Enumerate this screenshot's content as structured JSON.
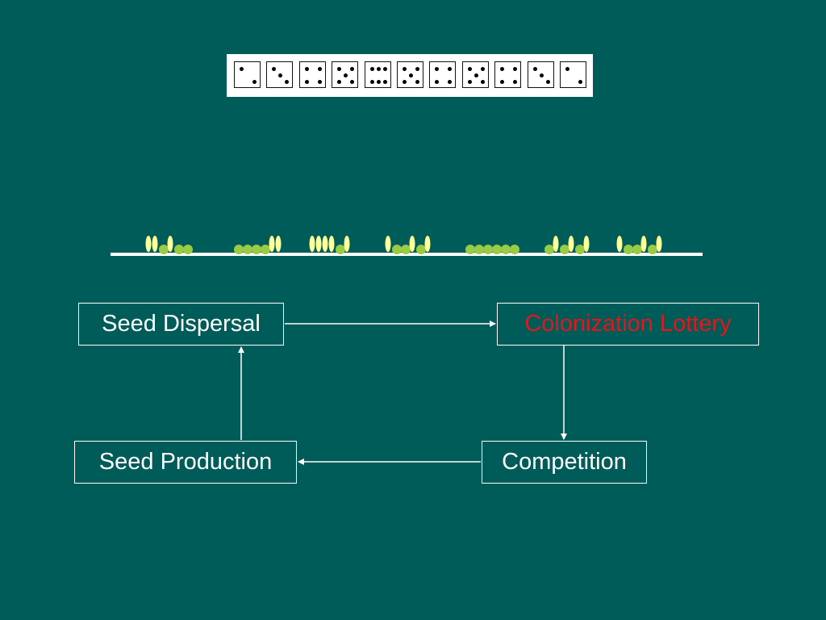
{
  "colors": {
    "background": "#005c58",
    "text": "#ffffff",
    "highlight_text": "#e8141b",
    "seedling_leaf": "#ffff99",
    "seedling_round": "#99cc44"
  },
  "dice": {
    "faces": [
      2,
      3,
      4,
      5,
      6,
      5,
      4,
      5,
      4,
      3,
      2
    ]
  },
  "ground": {
    "sites": [
      [
        "L",
        "L",
        "R",
        "L",
        "R",
        "R"
      ],
      [
        "R",
        "R",
        "R",
        "R",
        "L",
        "L"
      ],
      [
        "L",
        "L",
        "L",
        "L",
        "R",
        "L"
      ],
      [
        "L",
        "R",
        "R",
        "L",
        "R",
        "L"
      ],
      [
        "R",
        "R",
        "R",
        "R",
        "R",
        "R"
      ],
      [
        "R",
        "L",
        "R",
        "L",
        "R",
        "L"
      ],
      [
        "L",
        "R",
        "R",
        "L",
        "R",
        "L"
      ]
    ]
  },
  "boxes": {
    "seed_dispersal": "Seed Dispersal",
    "colonization_lottery": "Colonization Lottery",
    "seed_production": "Seed Production",
    "competition": "Competition"
  }
}
